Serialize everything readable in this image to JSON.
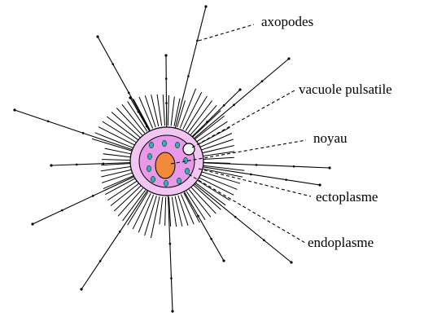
{
  "labels": {
    "axopodes": "axopodes",
    "vacuole": "vacuole pulsatile",
    "noyau": "noyau",
    "ectoplasme": "ectoplasme",
    "endoplasme": "endoplasme"
  },
  "colors": {
    "ectoplasm_fill": "#f2c6f2",
    "endoplasm_fill": "#e899e8",
    "nucleus_fill": "#f08a3a",
    "granule_fill": "#2bb3b3",
    "vacuole_fill": "#ffffff",
    "line": "#000000"
  }
}
